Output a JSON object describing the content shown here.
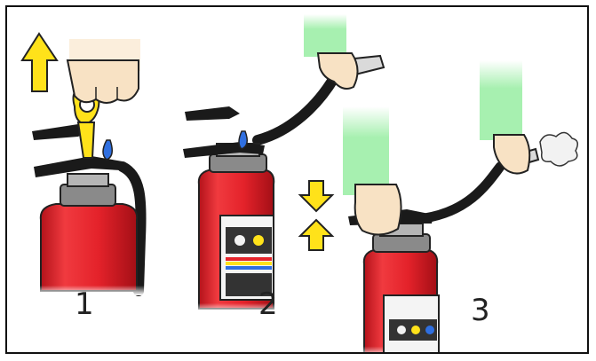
{
  "steps": [
    {
      "number": "1",
      "action_icon": "pull-pin-icon"
    },
    {
      "number": "2",
      "action_icon": "aim-hose-icon"
    },
    {
      "number": "3",
      "action_icon": "squeeze-handle-icon"
    }
  ],
  "colors": {
    "cylinder_red": "#e4222a",
    "arrow_yellow": "#ffe21a",
    "sleeve_green": "#a7f0b0",
    "skin": "#f8e2c4",
    "hose_black": "#1a1a1a",
    "pin_blue": "#2f6fe0"
  }
}
